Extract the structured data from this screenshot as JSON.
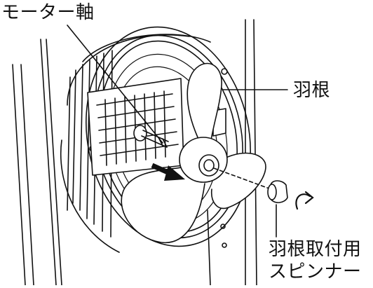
{
  "labels": {
    "motor_shaft": "モーター軸",
    "blade": "羽根",
    "spinner_line1": "羽根取付用",
    "spinner_line2": "スピンナー"
  },
  "colors": {
    "line": "#111111",
    "background": "#ffffff",
    "arrow": "#111111"
  },
  "icons": {
    "push_arrow": "arrow-right-icon",
    "rotate_arrow": "rotate-clockwise-icon"
  }
}
